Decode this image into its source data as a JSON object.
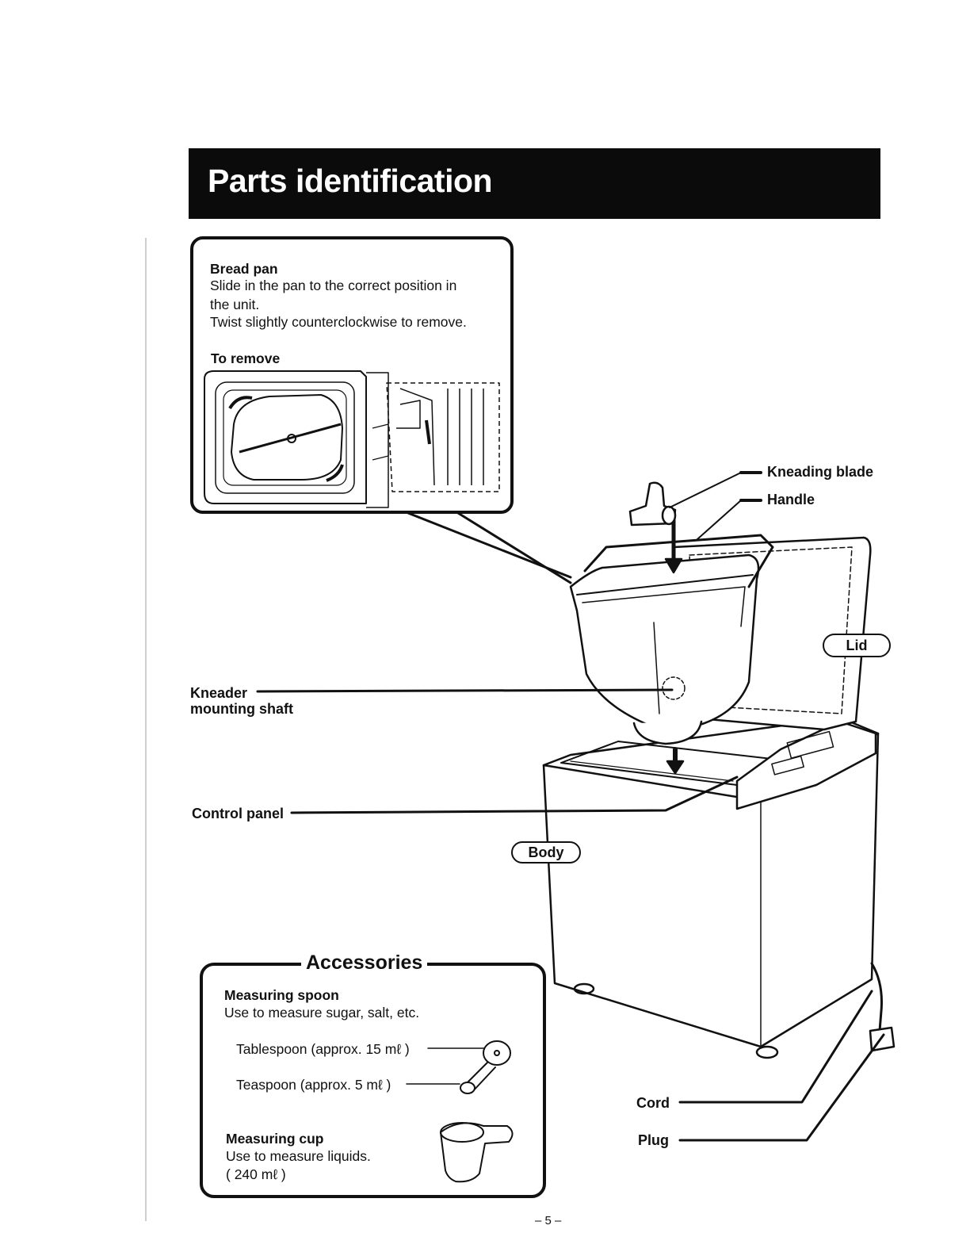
{
  "page": {
    "title": "Parts identification",
    "page_number": "– 5 –"
  },
  "bread_pan": {
    "heading": "Bread pan",
    "line1": "Slide in the pan to the correct position in",
    "line2": "the unit.",
    "line3": "Twist slightly counterclockwise to remove.",
    "remove_heading": "To remove"
  },
  "labels": {
    "kneading_blade": "Kneading blade",
    "handle": "Handle",
    "lid": "Lid",
    "kneader_line1": "Kneader",
    "kneader_line2": "mounting shaft",
    "control_panel": "Control panel",
    "body": "Body",
    "cord": "Cord",
    "plug": "Plug"
  },
  "accessories": {
    "title": "Accessories",
    "spoon_heading": "Measuring spoon",
    "spoon_desc": "Use to measure sugar, salt, etc.",
    "tablespoon": "Tablespoon (approx. 15 mℓ )",
    "teaspoon": "Teaspoon (approx. 5 mℓ )",
    "cup_heading": "Measuring cup",
    "cup_desc": "Use to measure liquids.",
    "cup_volume": "( 240 mℓ )"
  }
}
